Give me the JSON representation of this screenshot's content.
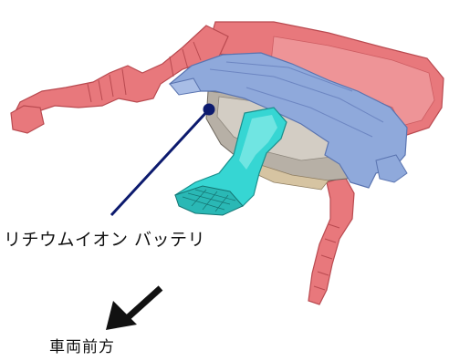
{
  "labels": {
    "battery": "リチウムイオン バッテリ",
    "vehicle_front": "車両前方"
  },
  "colors": {
    "duct_pink": "#e8787c",
    "duct_pink_dark": "#b94a50",
    "cover_blue": "#8fa9db",
    "cover_blue_dark": "#5a74b0",
    "intake_cyan": "#36d6d3",
    "battery_gray": "#b7b0a6",
    "leader_navy": "#0c1a6e",
    "arrow_black": "#111111"
  },
  "icons": [
    "leader-dot",
    "direction-arrow"
  ]
}
